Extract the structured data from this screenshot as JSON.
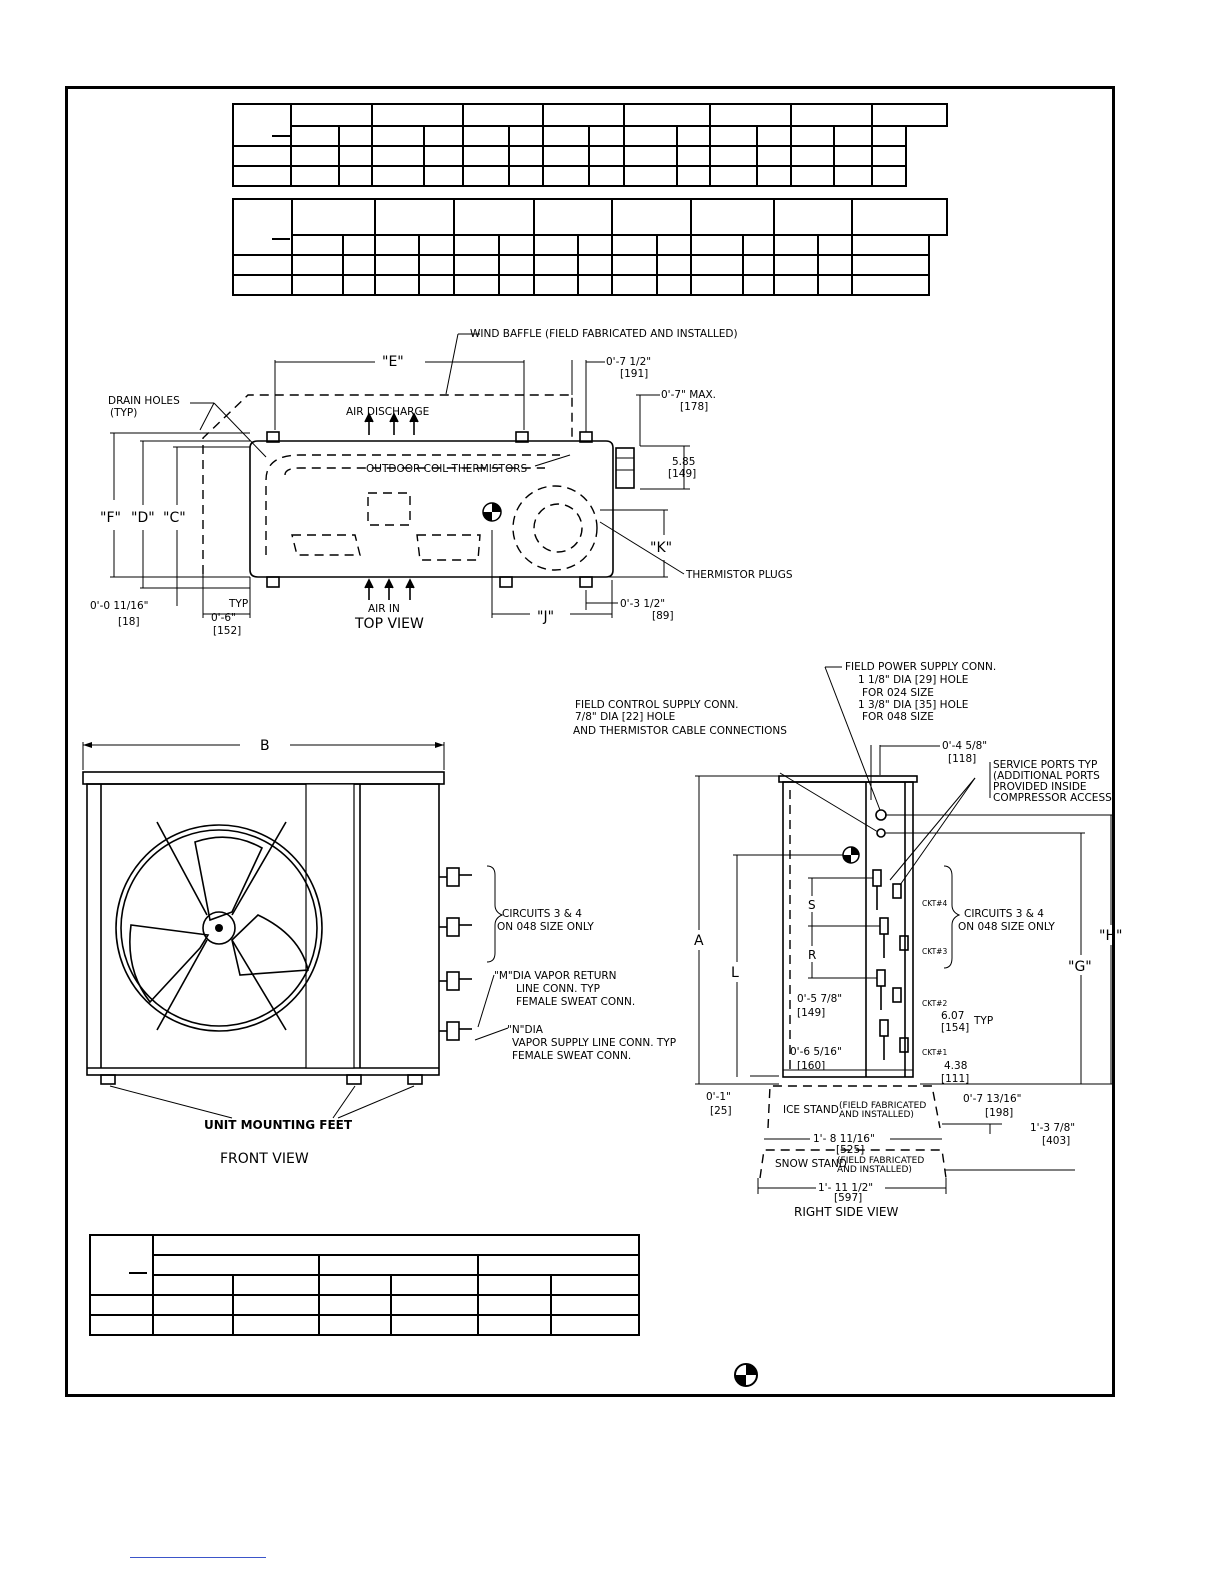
{
  "top_view": {
    "view_title": "TOP VIEW",
    "wind_baffle": "WIND BAFFLE (FIELD FABRICATED AND INSTALLED)",
    "drain_holes": "DRAIN HOLES",
    "drain_holes_typ": "(TYP)",
    "air_discharge": "AIR DISCHARGE",
    "air_in": "AIR IN",
    "outdoor_coil_thermistors": "OUTDOOR COIL THERMISTORS",
    "thermistor_plugs": "THERMISTOR PLUGS",
    "dim_E": "\"E\"",
    "dim_F": "\"F\"",
    "dim_D": "\"D\"",
    "dim_C": "\"C\"",
    "dim_J": "\"J\"",
    "dim_K": "\"K\"",
    "dim_7_5": "0'-7 1/2\"",
    "dim_7_5_mm": "[191]",
    "dim_7_max": "0'-7\" MAX.",
    "dim_7_max_mm": "[178]",
    "dim_585": "5.85",
    "dim_585_mm": "[149]",
    "dim_11_16": "0'-0 11/16\"",
    "dim_11_16_mm": "[18]",
    "dim_typ": "TYP",
    "dim_6": "0'-6\"",
    "dim_6_mm": "[152]",
    "dim_3_5": "0'-3 1/2\"",
    "dim_3_5_mm": "[89]"
  },
  "front_view": {
    "view_title": "FRONT VIEW",
    "dim_B": "B",
    "circuits_1": "CIRCUITS 3 & 4",
    "circuits_2": "ON 048 SIZE ONLY",
    "m_1": "\"M\"DIA VAPOR RETURN",
    "m_2": "LINE CONN. TYP",
    "m_3": "FEMALE SWEAT CONN.",
    "n_1": "\"N\"DIA",
    "n_2": "VAPOR SUPPLY LINE CONN. TYP",
    "n_3": "FEMALE SWEAT CONN.",
    "mounting_feet": "UNIT MOUNTING FEET"
  },
  "side_view": {
    "view_title": "RIGHT SIDE VIEW",
    "power_1": "FIELD POWER SUPPLY CONN.",
    "power_2": "1 1/8\" DIA [29] HOLE",
    "power_3": "FOR 024 SIZE",
    "power_4": "1 3/8\" DIA [35] HOLE",
    "power_5": "FOR 048 SIZE",
    "control_1": "FIELD CONTROL SUPPLY CONN.",
    "control_2": "7/8\" DIA [22] HOLE",
    "control_3": "AND THERMISTOR CABLE CONNECTIONS",
    "dim_4_58": "0'-4 5/8\"",
    "dim_4_58_mm": "[118]",
    "service_1": "SERVICE PORTS TYP",
    "service_2": "(ADDITIONAL PORTS",
    "service_3": "PROVIDED INSIDE",
    "service_4": "COMPRESSOR ACCESS)",
    "circuits_1": "CIRCUITS 3 & 4",
    "circuits_2": "ON 048 SIZE ONLY",
    "ckt4": "CKT#4",
    "ckt3": "CKT#3",
    "ckt2": "CKT#2",
    "ckt1": "CKT#1",
    "dim_A": "A",
    "dim_L": "L",
    "dim_S": "S",
    "dim_R": "R",
    "dim_G": "\"G\"",
    "dim_H": "\"H\"",
    "dim_5_78": "0'-5 7/8\"",
    "dim_5_78_mm": "[149]",
    "dim_607": "6.07",
    "dim_607_mm": "[154]",
    "dim_typ": "TYP",
    "dim_6_516": "0'-6 5/16\"",
    "dim_6_516_mm": "[160]",
    "dim_438": "4.38",
    "dim_438_mm": "[111]",
    "dim_1": "0'-1\"",
    "dim_1_mm": "[25]",
    "ice_stand": "ICE STAND",
    "ice_field_1": "(FIELD FABRICATED",
    "ice_field_2": "AND INSTALLED)",
    "dim_7_1316": "0'-7 13/16\"",
    "dim_7_1316_mm": "[198]",
    "dim_8_1116": "1'- 8 11/16\"",
    "dim_8_1116_mm": "[525]",
    "dim_3_78": "1'-3 7/8\"",
    "dim_3_78_mm": "[403]",
    "snow_stand": "SNOW STAND",
    "snow_field_1": "(FIELD FABRICATED",
    "snow_field_2": "AND INSTALLED)",
    "dim_11_12": "1'- 11 1/2\"",
    "dim_11_12_mm": "[597]"
  }
}
